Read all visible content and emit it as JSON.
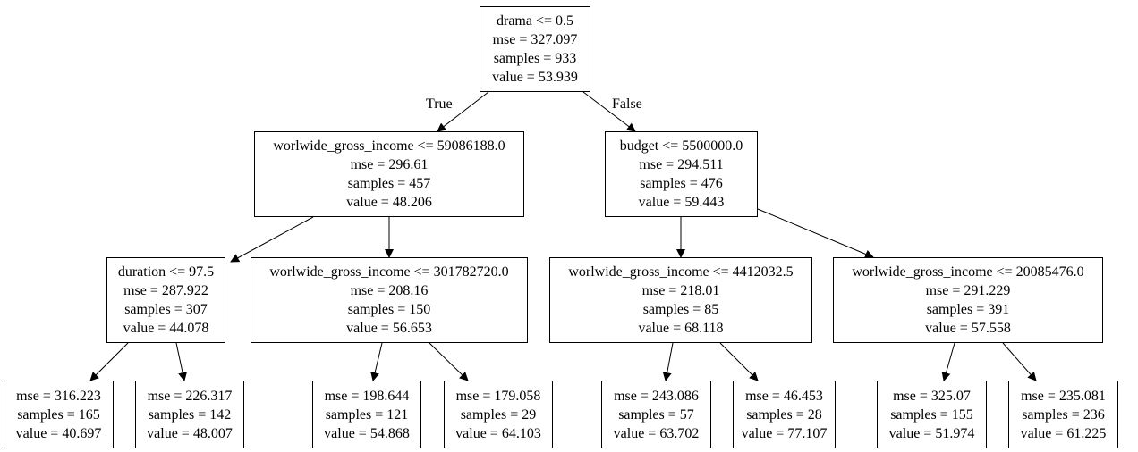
{
  "tree": {
    "nodes": [
      {
        "id": "n0",
        "lines": [
          "drama <= 0.5",
          "mse = 327.097",
          "samples = 933",
          "value = 53.939"
        ]
      },
      {
        "id": "n1",
        "lines": [
          "worlwide_gross_income <= 59086188.0",
          "mse = 296.61",
          "samples = 457",
          "value = 48.206"
        ]
      },
      {
        "id": "n2",
        "lines": [
          "budget <= 5500000.0",
          "mse = 294.511",
          "samples = 476",
          "value = 59.443"
        ]
      },
      {
        "id": "n3",
        "lines": [
          "duration <= 97.5",
          "mse = 287.922",
          "samples = 307",
          "value = 44.078"
        ]
      },
      {
        "id": "n4",
        "lines": [
          "worlwide_gross_income <= 301782720.0",
          "mse = 208.16",
          "samples = 150",
          "value = 56.653"
        ]
      },
      {
        "id": "n5",
        "lines": [
          "worlwide_gross_income <= 4412032.5",
          "mse = 218.01",
          "samples = 85",
          "value = 68.118"
        ]
      },
      {
        "id": "n6",
        "lines": [
          "worlwide_gross_income <= 20085476.0",
          "mse = 291.229",
          "samples = 391",
          "value = 57.558"
        ]
      },
      {
        "id": "n7",
        "lines": [
          "mse = 316.223",
          "samples = 165",
          "value = 40.697"
        ]
      },
      {
        "id": "n8",
        "lines": [
          "mse = 226.317",
          "samples = 142",
          "value = 48.007"
        ]
      },
      {
        "id": "n9",
        "lines": [
          "mse = 198.644",
          "samples = 121",
          "value = 54.868"
        ]
      },
      {
        "id": "n10",
        "lines": [
          "mse = 179.058",
          "samples = 29",
          "value = 64.103"
        ]
      },
      {
        "id": "n11",
        "lines": [
          "mse = 243.086",
          "samples = 57",
          "value = 63.702"
        ]
      },
      {
        "id": "n12",
        "lines": [
          "mse = 46.453",
          "samples = 28",
          "value = 77.107"
        ]
      },
      {
        "id": "n13",
        "lines": [
          "mse = 325.07",
          "samples = 155",
          "value = 51.974"
        ]
      },
      {
        "id": "n14",
        "lines": [
          "mse = 235.081",
          "samples = 236",
          "value = 61.225"
        ]
      }
    ],
    "edges": [
      {
        "from": "n0",
        "to": "n1",
        "label": "True"
      },
      {
        "from": "n0",
        "to": "n2",
        "label": "False"
      },
      {
        "from": "n1",
        "to": "n3"
      },
      {
        "from": "n1",
        "to": "n4"
      },
      {
        "from": "n2",
        "to": "n5"
      },
      {
        "from": "n2",
        "to": "n6"
      },
      {
        "from": "n3",
        "to": "n7"
      },
      {
        "from": "n3",
        "to": "n8"
      },
      {
        "from": "n4",
        "to": "n9"
      },
      {
        "from": "n4",
        "to": "n10"
      },
      {
        "from": "n5",
        "to": "n11"
      },
      {
        "from": "n5",
        "to": "n12"
      },
      {
        "from": "n6",
        "to": "n13"
      },
      {
        "from": "n6",
        "to": "n14"
      }
    ]
  }
}
